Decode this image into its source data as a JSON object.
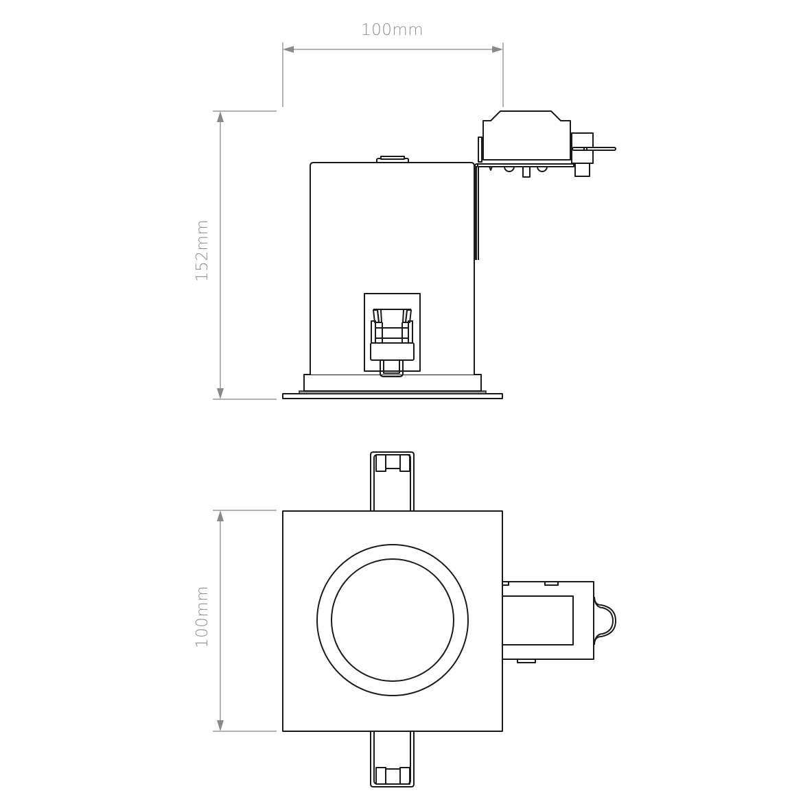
{
  "drawing": {
    "type": "technical-dimension-drawing",
    "line_color": "#1a1a1a",
    "dimension_color": "#9a9a9a",
    "label_color": "#8d8d8d"
  },
  "side_view": {
    "width_dimension": {
      "label": "100mm",
      "orientation": "horizontal"
    },
    "height_dimension": {
      "label": "152mm",
      "orientation": "vertical"
    },
    "parts": [
      "housing",
      "top-cap",
      "driver-box",
      "mounting-bracket",
      "terminal-connector",
      "spring-clip",
      "trim-bezel",
      "flange"
    ]
  },
  "top_view": {
    "height_dimension": {
      "label": "100mm",
      "orientation": "vertical"
    },
    "parts": [
      "square-trim-plate",
      "outer-ring",
      "inner-lens",
      "top-spring-clip",
      "bottom-spring-clip",
      "driver-box",
      "cable-clamp"
    ]
  }
}
